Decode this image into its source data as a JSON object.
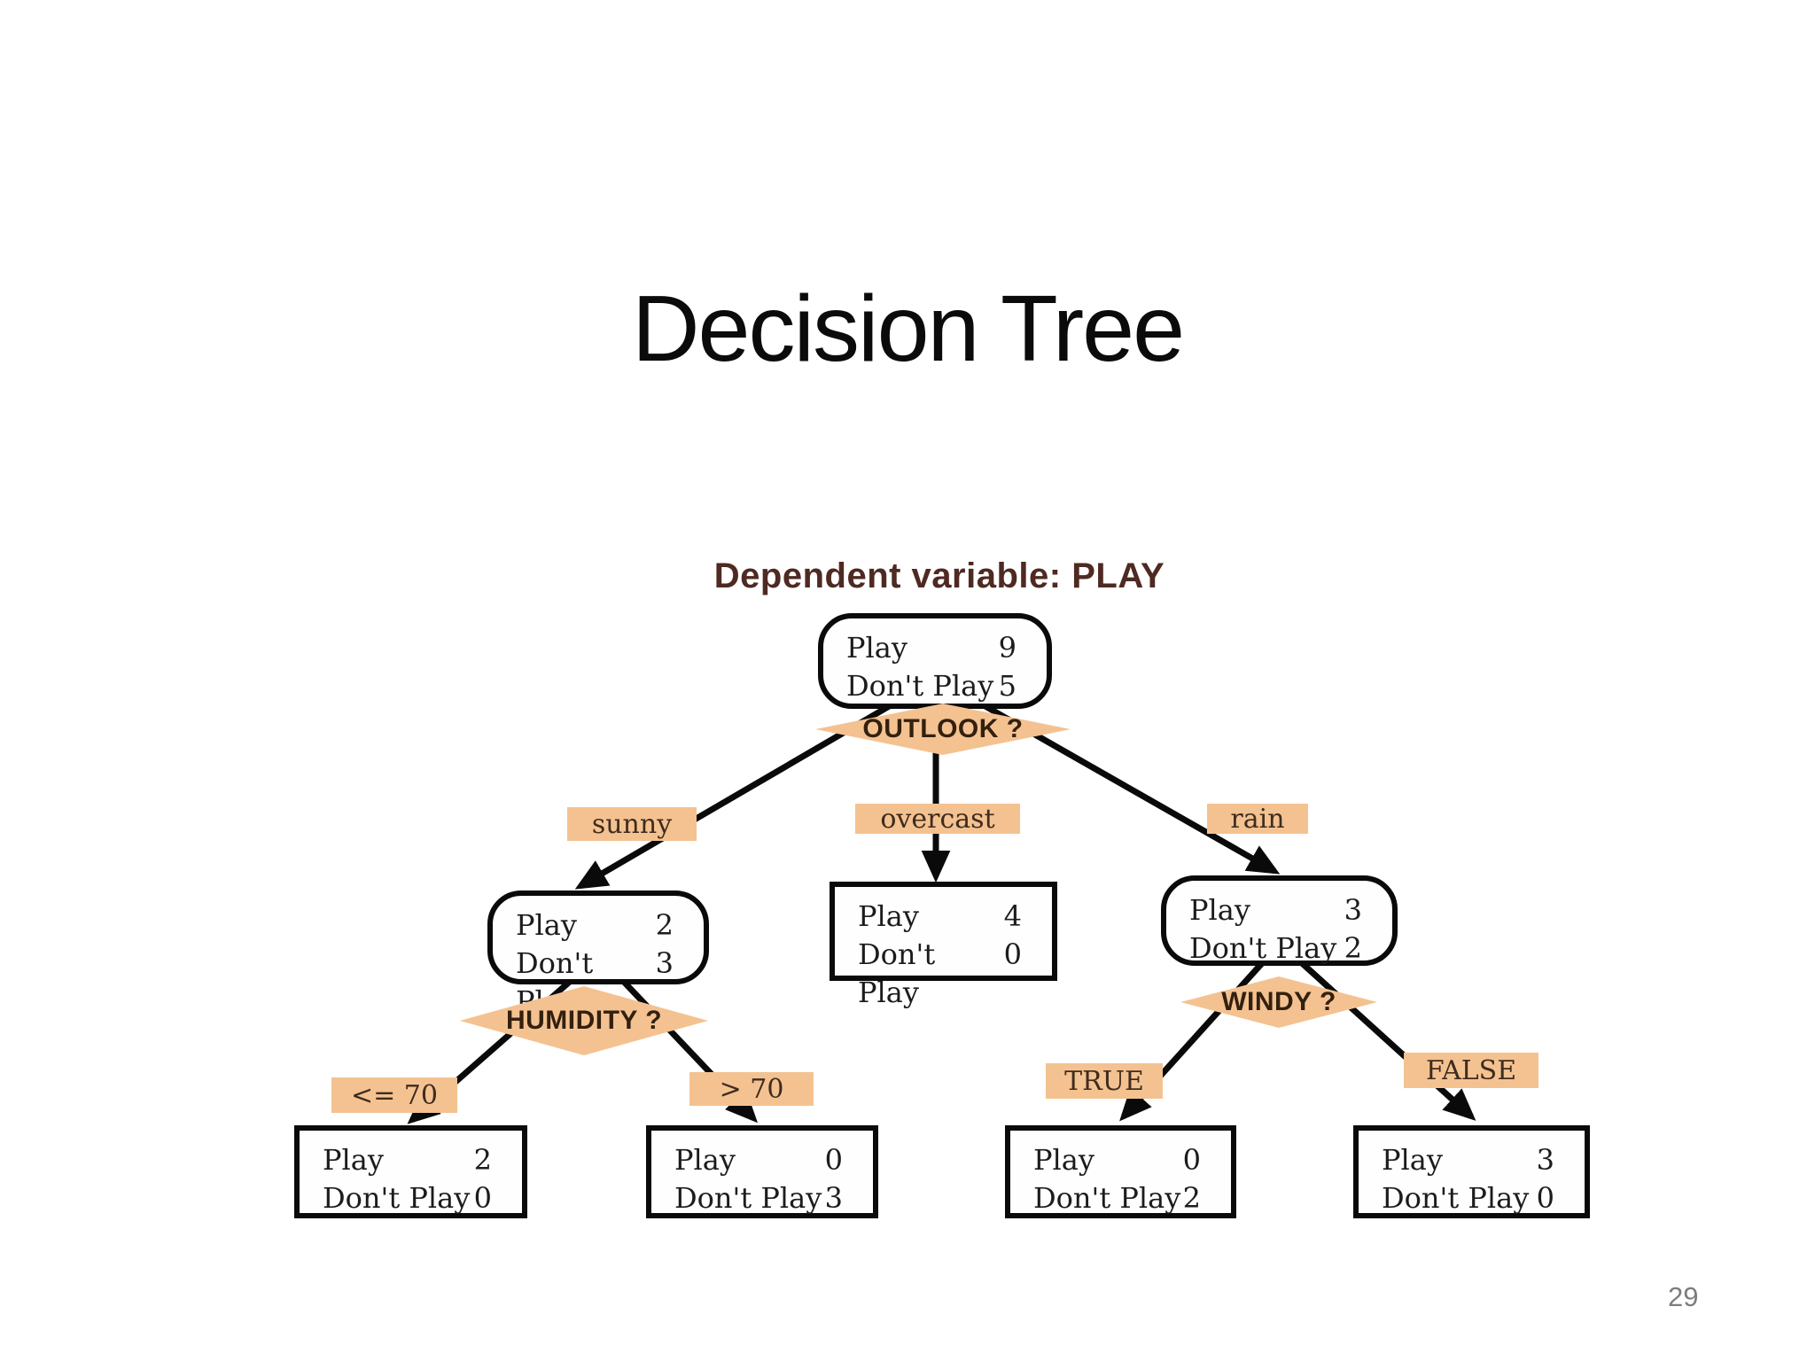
{
  "slide": {
    "title": "Decision Tree",
    "page_number": "29"
  },
  "tree": {
    "header": "Dependent variable: PLAY",
    "decisions": {
      "outlook": "OUTLOOK ?",
      "humidity": "HUMIDITY ?",
      "windy": "WINDY ?"
    },
    "branches": {
      "sunny": "sunny",
      "overcast": "overcast",
      "rain": "rain",
      "le70": "<= 70",
      "gt70": "> 70",
      "true": "TRUE",
      "false": "FALSE"
    },
    "nodes": {
      "root": {
        "shape": "rounded",
        "rows": [
          {
            "label": "Play",
            "value": "9"
          },
          {
            "label": "Don't Play",
            "value": "5"
          }
        ]
      },
      "sunny": {
        "shape": "rounded",
        "rows": [
          {
            "label": "Play",
            "value": "2"
          },
          {
            "label": "Don't Play",
            "value": "3"
          }
        ]
      },
      "overcast": {
        "shape": "rect",
        "rows": [
          {
            "label": "Play",
            "value": "4"
          },
          {
            "label": "Don't Play",
            "value": "0"
          }
        ]
      },
      "rain": {
        "shape": "rounded",
        "rows": [
          {
            "label": "Play",
            "value": "3"
          },
          {
            "label": "Don't Play",
            "value": "2"
          }
        ]
      },
      "humidity_le": {
        "shape": "rect",
        "rows": [
          {
            "label": "Play",
            "value": "2"
          },
          {
            "label": "Don't Play",
            "value": "0"
          }
        ]
      },
      "humidity_gt": {
        "shape": "rect",
        "rows": [
          {
            "label": "Play",
            "value": "0"
          },
          {
            "label": "Don't Play",
            "value": "3"
          }
        ]
      },
      "windy_true": {
        "shape": "rect",
        "rows": [
          {
            "label": "Play",
            "value": "0"
          },
          {
            "label": "Don't Play",
            "value": "2"
          }
        ]
      },
      "windy_false": {
        "shape": "rect",
        "rows": [
          {
            "label": "Play",
            "value": "3"
          },
          {
            "label": "Don't Play",
            "value": "0"
          }
        ]
      }
    },
    "colors": {
      "accent_orange": "#f4c291",
      "header_text": "#4e2a22",
      "line_black": "#0a0a0a",
      "page_number_gray": "#7d7d7d"
    }
  }
}
